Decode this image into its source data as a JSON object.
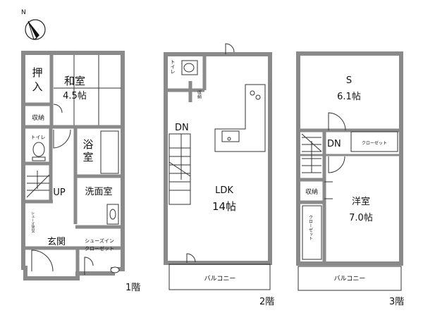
{
  "compass": {
    "label": "N"
  },
  "floor1": {
    "label": "1階",
    "rooms": {
      "oshiire": [
        "押",
        "入"
      ],
      "washitsu": {
        "name": "和室",
        "size": "4.5帖"
      },
      "storage": "収納",
      "toilet": "トイレ",
      "bath": [
        "浴",
        "室"
      ],
      "up": "UP",
      "washroom": "洗面室",
      "shoebox": "シューズBOX",
      "entrance": "玄関",
      "shoe_closet": [
        "シューズイン",
        "クローゼット"
      ]
    }
  },
  "floor2": {
    "label": "2階",
    "rooms": {
      "toilet": "トイレ",
      "storage": "収納",
      "dn": "DN",
      "ldk": {
        "name": "LDK",
        "size": "14帖"
      },
      "balcony": "バルコニー"
    }
  },
  "floor3": {
    "label": "3階",
    "rooms": {
      "s": {
        "name": "S",
        "size": "6.1帖"
      },
      "dn": "DN",
      "closet1": "クローゼット",
      "storage": "収納",
      "western": {
        "name": "洋室",
        "size": "7.0帖"
      },
      "closet2": "クローゼット",
      "balcony": "バルコニー"
    }
  }
}
